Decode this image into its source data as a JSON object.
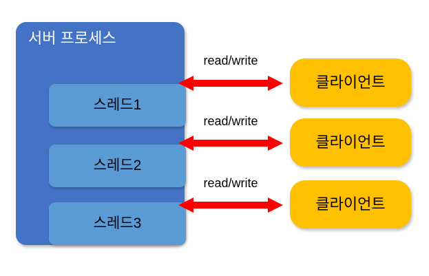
{
  "diagram": {
    "server": {
      "title": "서버 프로세스",
      "color": "#4472C4",
      "threads": [
        {
          "label": "스레드1",
          "color": "#5B9BD5"
        },
        {
          "label": "스레드2",
          "color": "#5B9BD5"
        },
        {
          "label": "스레드3",
          "color": "#5B9BD5"
        }
      ]
    },
    "clients": [
      {
        "label": "클라이언트",
        "color": "#FFC000"
      },
      {
        "label": "클라이언트",
        "color": "#FFC000"
      },
      {
        "label": "클라이언트",
        "color": "#FFC000"
      }
    ],
    "connections": [
      {
        "label": "read/write",
        "color": "#FF0000",
        "direction": "bidirectional"
      },
      {
        "label": "read/write",
        "color": "#FF0000",
        "direction": "bidirectional"
      },
      {
        "label": "read/write",
        "color": "#FF0000",
        "direction": "bidirectional"
      }
    ],
    "background": "#FFFFFF"
  }
}
